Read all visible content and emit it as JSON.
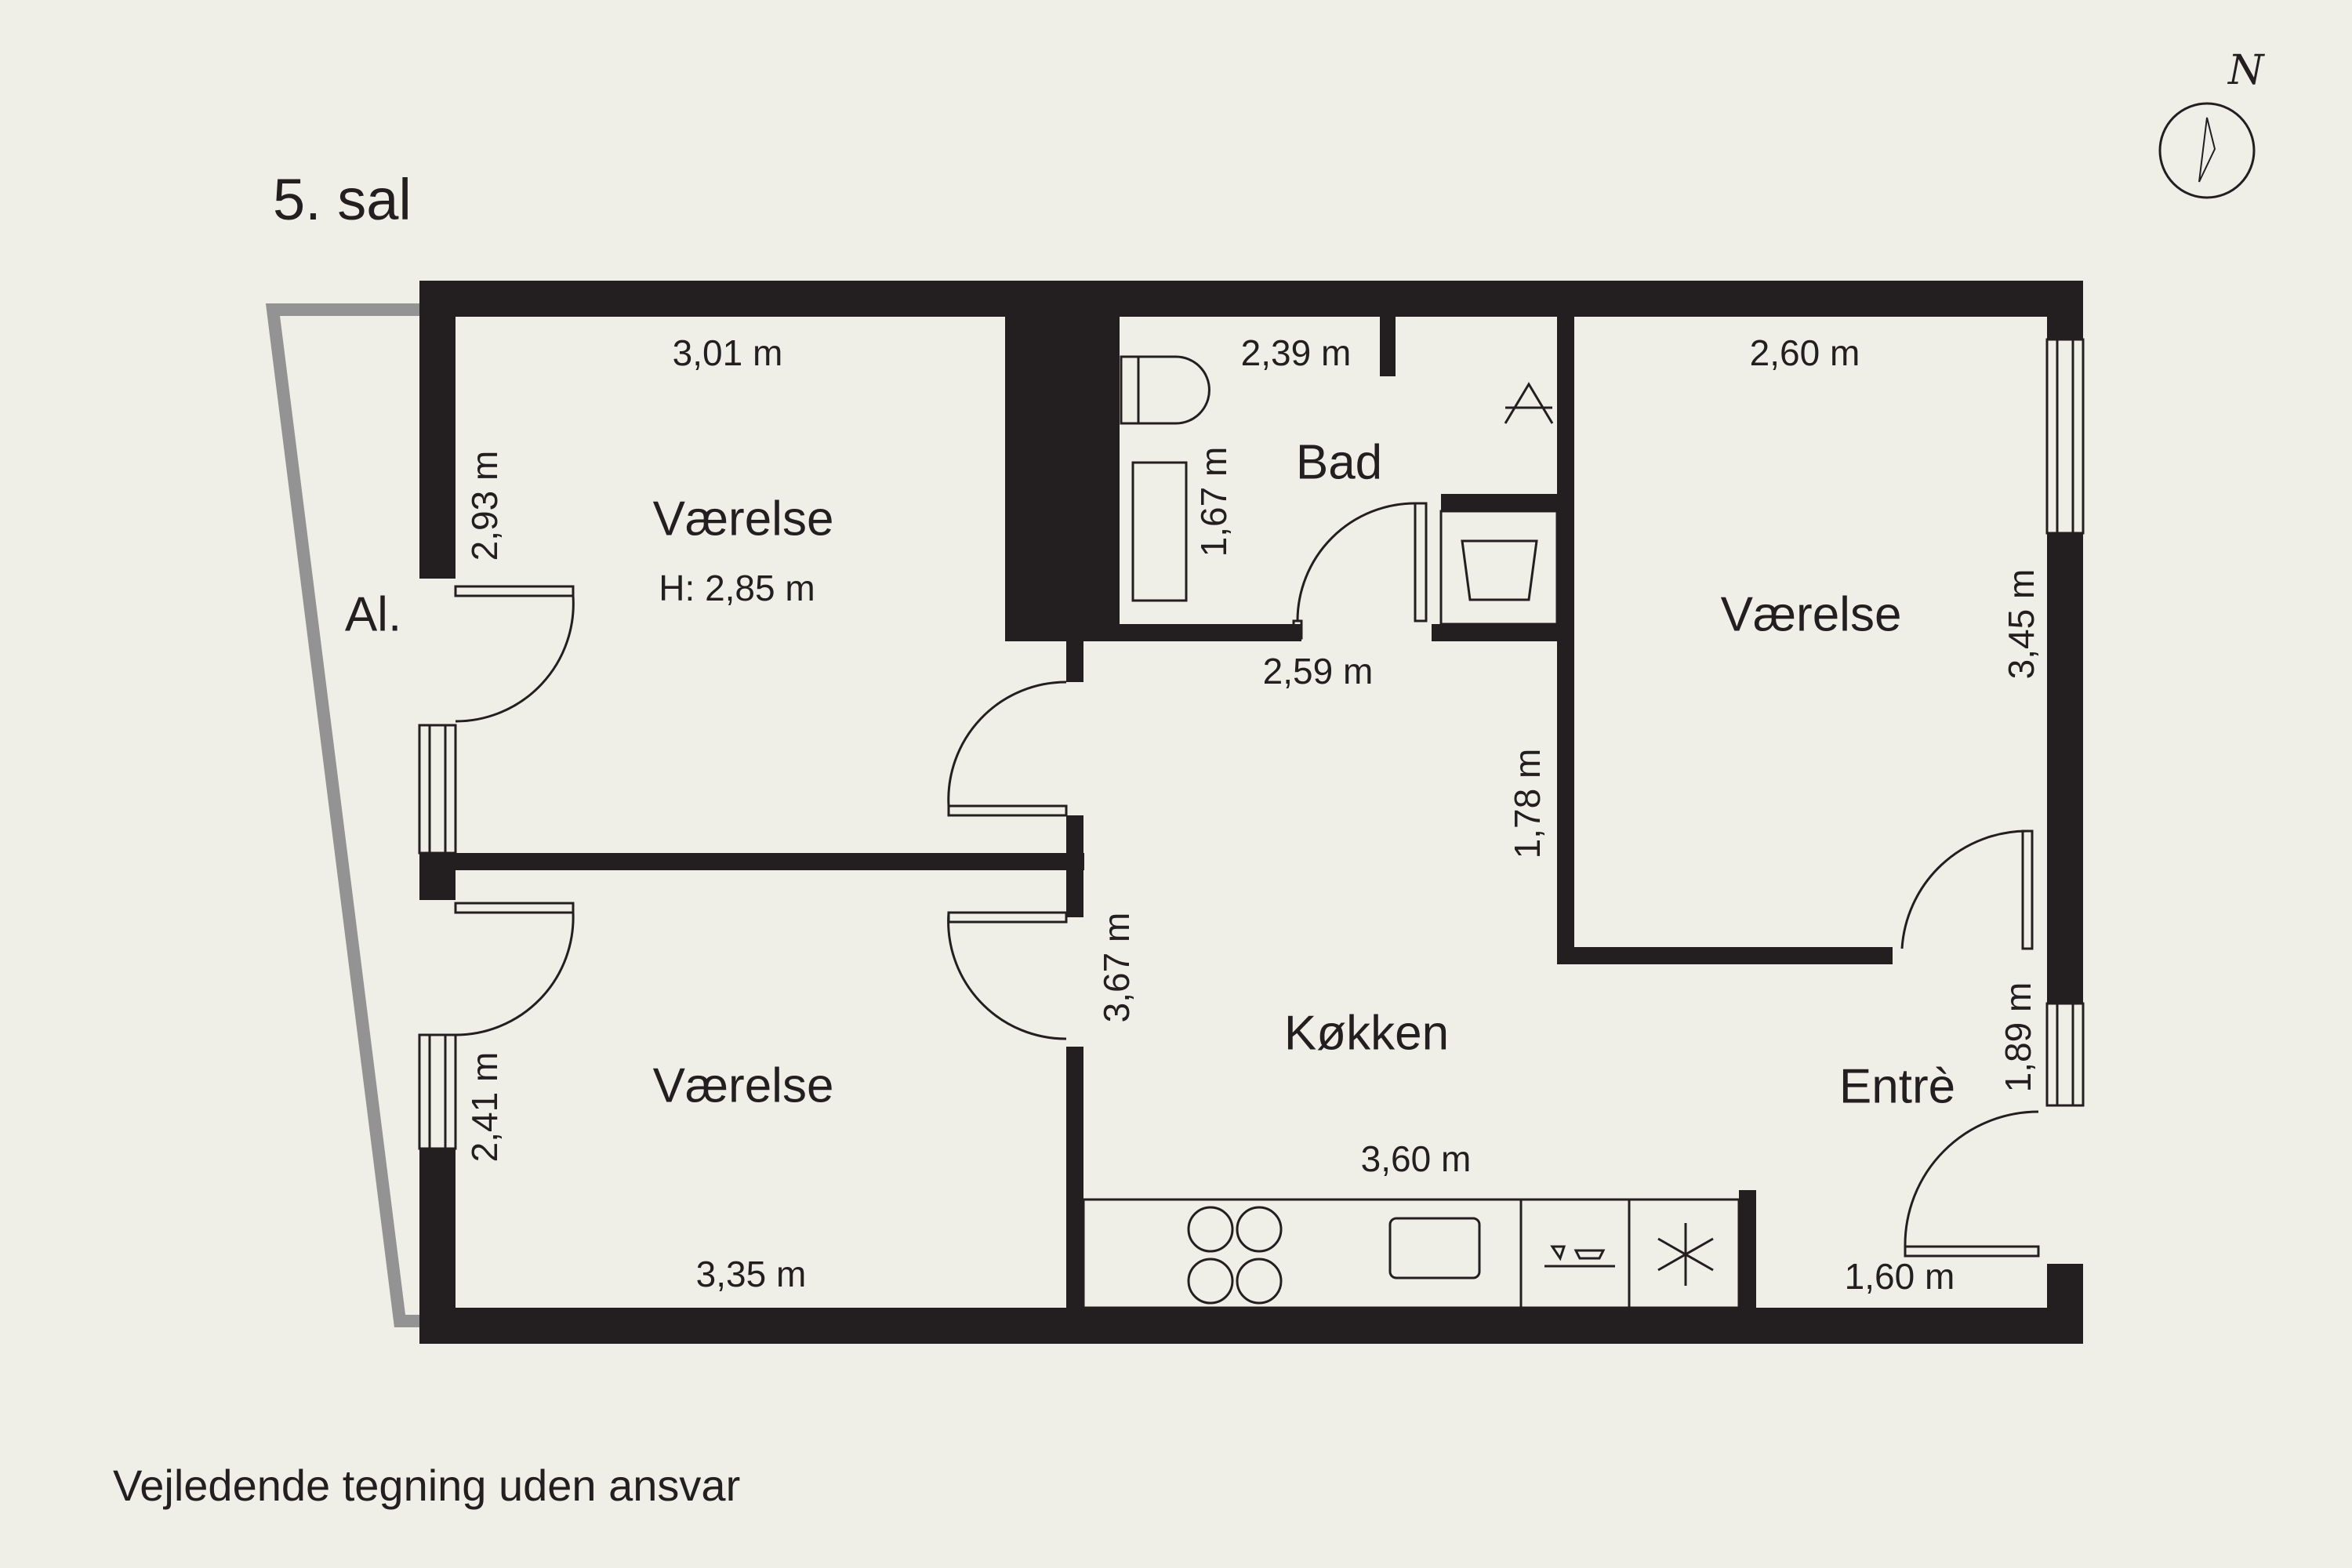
{
  "header": {
    "floor": "5. sal"
  },
  "compass": {
    "label": "N"
  },
  "rooms": {
    "bedroom_top": {
      "name": "Værelse",
      "height": "H: 2,85 m",
      "width": "3,01 m",
      "depth": "2,93 m"
    },
    "bedroom_bottom": {
      "name": "Værelse",
      "width": "3,35 m",
      "depth": "2,41 m"
    },
    "bedroom_right": {
      "name": "Værelse",
      "width": "2,60 m",
      "depth": "3,45 m"
    },
    "bath": {
      "name": "Bad",
      "width": "2,39 m",
      "depth": "1,67 m"
    },
    "kitchen": {
      "name": "Køkken",
      "width": "3,60 m",
      "depth": "3,67 m",
      "hall_width": "2,59 m",
      "hall_depth": "1,78 m"
    },
    "entry": {
      "name": "Entrè",
      "width": "1,60 m",
      "depth": "1,89 m"
    },
    "balcony": {
      "name": "Al."
    }
  },
  "footer": {
    "disclaimer": "Vejledende tegning uden ansvar"
  },
  "colors": {
    "wall": "#231f20",
    "background": "#f0efe7",
    "balcony": "#939393"
  }
}
